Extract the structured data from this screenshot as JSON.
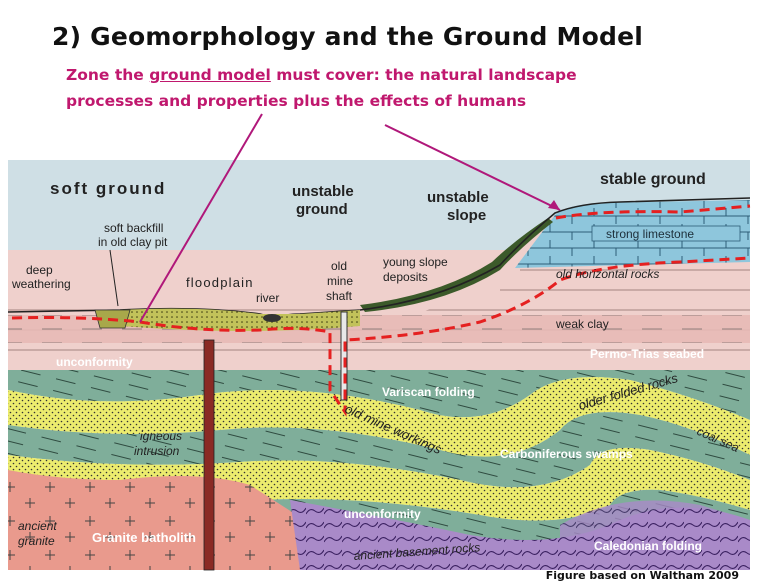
{
  "slide": {
    "title": "2) Geomorphology and the Ground Model",
    "subtitle_line1_a": "Zone the ",
    "subtitle_line1_link": "ground model",
    "subtitle_line1_b": " must cover: the natural landscape",
    "subtitle_line2": "processes and properties plus the effects of humans",
    "credit": "Figure based on Waltham 2009"
  },
  "diagram": {
    "labels": {
      "soft_ground": "soft ground",
      "unstable_ground_1": "unstable",
      "unstable_ground_2": "ground",
      "unstable_slope_1": "unstable",
      "unstable_slope_2": "slope",
      "stable_ground": "stable ground",
      "soft_backfill_1": "soft backfill",
      "soft_backfill_2": "in old clay pit",
      "deep_weathering_1": "deep",
      "deep_weathering_2": "weathering",
      "floodplain": "floodplain",
      "river": "river",
      "old_mine_shaft_1": "old",
      "old_mine_shaft_2": "mine",
      "old_mine_shaft_3": "shaft",
      "young_slope_deposits_1": "young slope",
      "young_slope_deposits_2": "deposits",
      "strong_limestone": "strong limestone",
      "old_horizontal_rocks": "old horizontal rocks",
      "weak_clay": "weak clay",
      "permo_trias": "Permo-Trias seabed",
      "unconformity_upper": "unconformity",
      "variscan_folding": "Variscan folding",
      "older_folded_rocks": "older folded rocks",
      "coal_seams": "coal sea",
      "old_mine_workings": "old mine workings",
      "carboniferous_swamps": "Carboniferous swamps",
      "igneous_intrusion_1": "igneous",
      "igneous_intrusion_2": "intrusion",
      "unconformity_lower": "unconformity",
      "ancient_granite_1": "ancient",
      "ancient_granite_2": "granite",
      "granite_batholith": "Granite batholith",
      "ancient_basement": "ancient basement rocks",
      "caledonian_folding": "Caledonian folding"
    },
    "colors": {
      "sky": "#cfdfe5",
      "limestone": "#8ec6dc",
      "horizontal_rocks": "#efd0cc",
      "weak_clay": "#e7b9b6",
      "alluvium": "#a8a84a",
      "carboniferous_green": "#7fae9a",
      "carboniferous_yellow": "#ecec6e",
      "granite": "#e99a8d",
      "basement": "#a98ac8",
      "zone_boundary": "#e52020",
      "pointer_line": "#b0187a"
    }
  }
}
